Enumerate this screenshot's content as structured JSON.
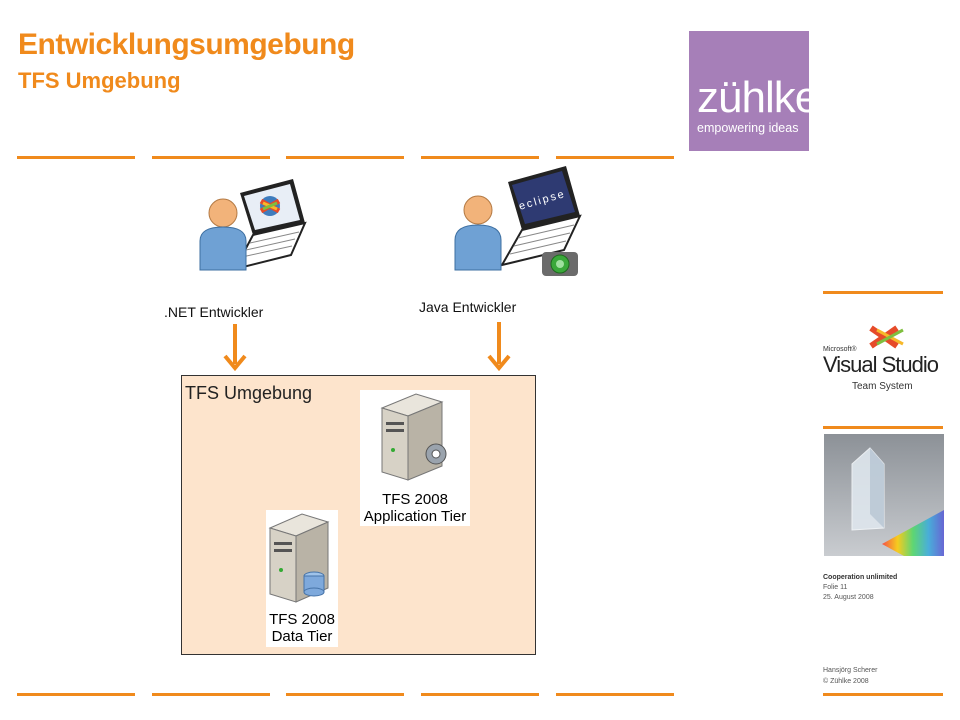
{
  "header": {
    "title": "Entwicklungsumgebung",
    "subtitle": "TFS Umgebung"
  },
  "logo": {
    "main": "zühlke",
    "tagline": "empowering ideas",
    "bg_color": "#a67fb8"
  },
  "developers": [
    {
      "label": ".NET Entwickler",
      "icon": "visual-studio-laptop"
    },
    {
      "label": "Java Entwickler",
      "icon": "eclipse-laptop"
    }
  ],
  "eclipse_text": "eclipse",
  "tfs_environment": {
    "label": "TFS Umgebung",
    "app_tier": {
      "line1": "TFS 2008",
      "line2": "Application Tier"
    },
    "data_tier": {
      "line1": "TFS 2008",
      "line2": "Data Tier"
    }
  },
  "sidebar": {
    "vs_brand": {
      "small": "Microsoft®",
      "main": "Visual Studio",
      "sub": "Team System"
    },
    "footer": {
      "line1": "Cooperation unlimited",
      "line2": "Folie 11",
      "line3": "25. August 2008",
      "author": "Hansjörg Scherer",
      "copyright": "© Zühlke 2008"
    }
  },
  "colors": {
    "accent": "#f08a1c",
    "panel": "#fde4cc"
  }
}
